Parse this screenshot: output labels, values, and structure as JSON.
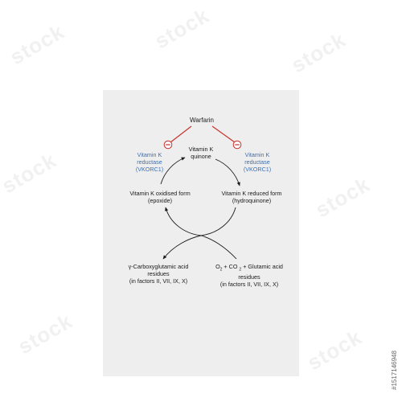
{
  "watermark": "stock",
  "stock_id": "#1517146948",
  "diagram": {
    "inhibitor": "Warfarin",
    "inhibit_symbol": "−",
    "center_top": [
      "Vitamin K",
      "quinone"
    ],
    "left_enzyme": [
      "Vitamin K",
      "reductase",
      "(VKORC1)"
    ],
    "right_enzyme": [
      "Vitamin K",
      "reductase",
      "(VKORC1)"
    ],
    "left_node": [
      "Vitamin K oxidised form",
      "(epoxide)"
    ],
    "right_node": [
      "Vitamin K reduced form",
      "(hydroquinone)"
    ],
    "product": [
      "γ-Carboxyglutamic acid",
      "residues",
      "(in factors II, VII, IX, X)"
    ],
    "substrate": {
      "o2": "O",
      "o2_sub": "2",
      "plus_co": " + CO ",
      "co2_sub": "2",
      "glutamic": " + Glutamic acid",
      "line2": "residues",
      "line3": "(in factors II, VII, IX, X)"
    },
    "colors": {
      "inhibition": "#c8332f",
      "enzyme_text": "#3a6fb5",
      "arrow": "#1a1a1a",
      "panel": "#efeeee"
    }
  }
}
